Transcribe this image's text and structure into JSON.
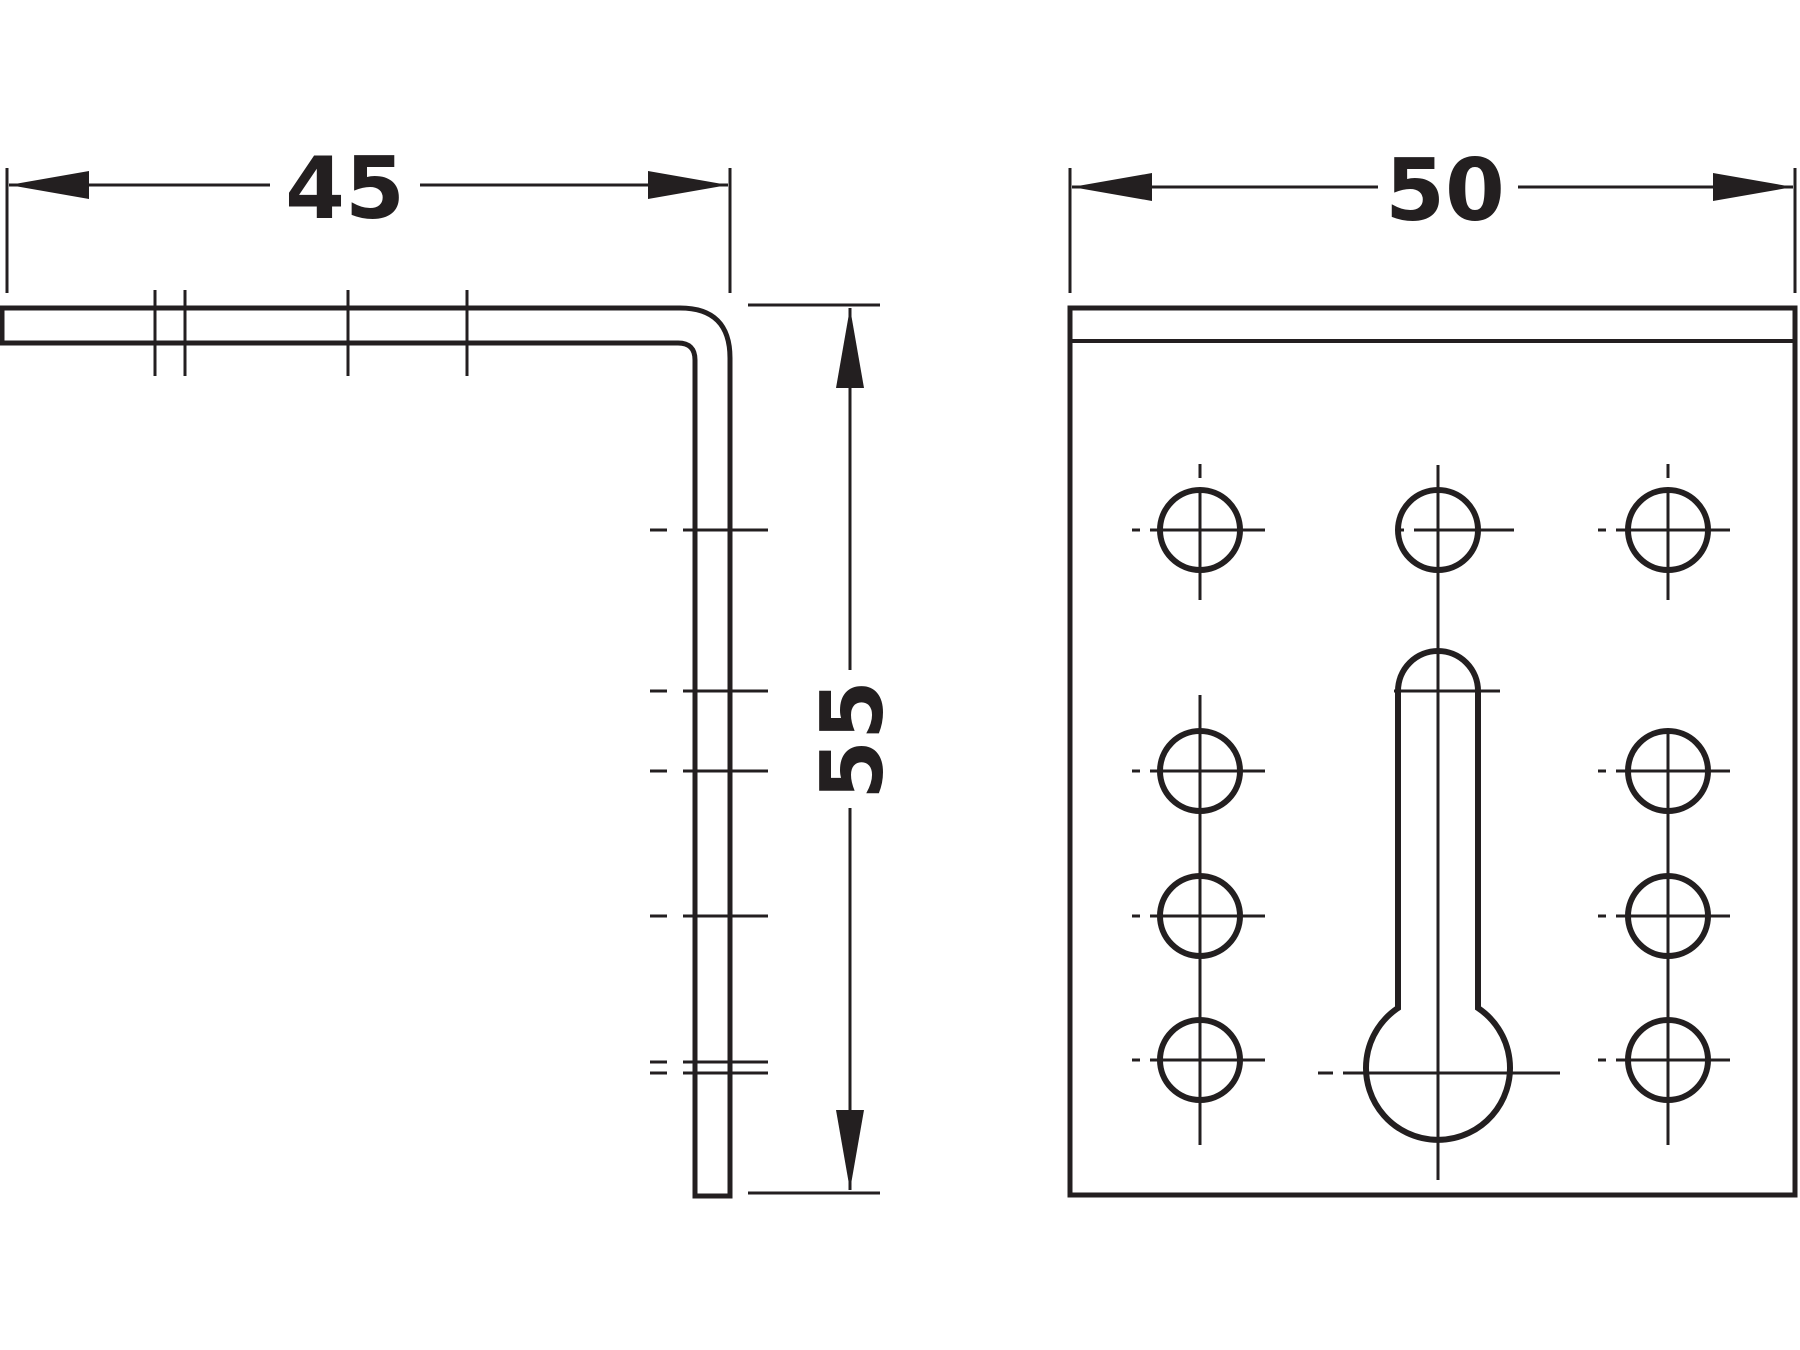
{
  "dimensions": {
    "width_side": "45",
    "width_front": "50",
    "height": "55"
  },
  "colors": {
    "line": "#231f20",
    "background": "#ffffff"
  }
}
